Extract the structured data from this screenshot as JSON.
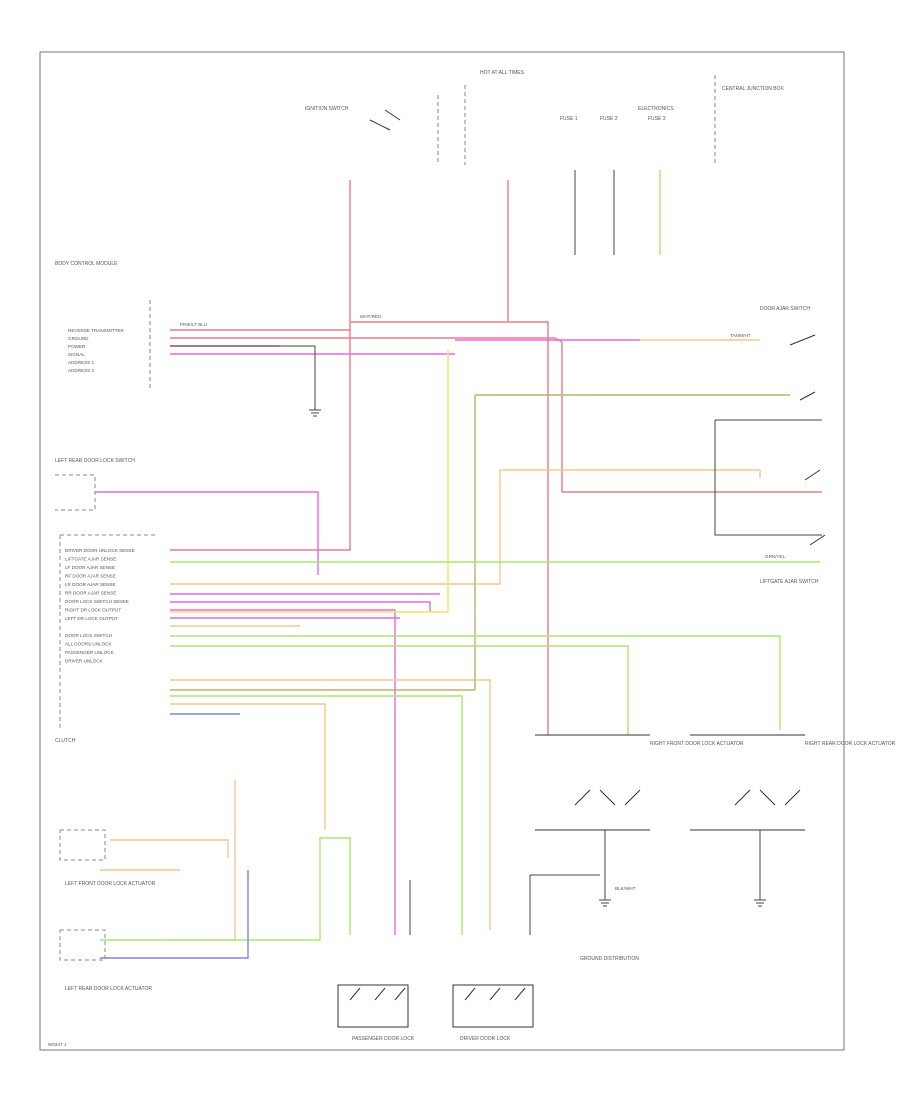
{
  "colors": {
    "pink": "#f07b86",
    "magenta": "#e46ae8",
    "orange": "#f4c98a",
    "olive": "#bfb266",
    "green": "#a9e86c",
    "yellow": "#f2e45c",
    "blue": "#7f84e8",
    "black": "#333333"
  },
  "footer": {
    "page_id": "W0347 1"
  },
  "components": {
    "ignition_switch": "IGNITION SWITCH",
    "hot_at_all_times": "HOT AT ALL TIMES",
    "electronics_module": "ELECTRONICS",
    "central_module": "CENTRAL JUNCTION BOX",
    "bcm": "BODY CONTROL MODULE",
    "left_rear_switch": "LEFT REAR DOOR LOCK SWITCH",
    "clutch": "CLUTCH",
    "right_front_lock": "RIGHT FRONT DOOR LOCK ACTUATOR",
    "left_front_lock": "LEFT FRONT DOOR LOCK ACTUATOR",
    "right_rear_lock": "RIGHT REAR DOOR LOCK ACTUATOR",
    "left_rear_lock": "LEFT REAR DOOR LOCK ACTUATOR",
    "door_ajar_switch": "DOOR AJAR SWITCH",
    "liftgate_ajar": "LIFTGATE AJAR SWITCH",
    "passenger_door_lock": "PASSENGER DOOR LOCK",
    "driver_door_lock": "DRIVER DOOR LOCK",
    "ground_dist": "GROUND DISTRIBUTION"
  },
  "bcm_pins": [
    "REVERSE TRANSMITTER",
    "GROUND",
    "POWER",
    "SIGNAL",
    "ADDRESS 1",
    "ADDRESS 2"
  ],
  "clutch_pins": [
    "DRIVER DOOR UNLOCK SENSE",
    "LIFTGATE AJAR SENSE",
    "LF DOOR AJAR SENSE",
    "RF DOOR AJAR SENSE",
    "LR DOOR AJAR SENSE",
    "RR DOOR AJAR SENSE",
    "DOOR LOCK SWITCH SENSE",
    "RIGHT DR LOCK OUTPUT",
    "LEFT DR LOCK OUTPUT",
    "",
    "DOOR LOCK SWITCH",
    "ALL DOORS UNLOCK",
    "PASSENGER UNLOCK",
    "DRIVER UNLOCK"
  ],
  "fuses": {
    "f1": "FUSE 1",
    "f2": "FUSE 2",
    "f3": "FUSE 3"
  },
  "wire_labels": {
    "a": "PINK/LT BLU",
    "b": "TAN/WHT",
    "c": "WHT/RED",
    "d": "GRN/YEL",
    "e": "BLK/WHT"
  }
}
